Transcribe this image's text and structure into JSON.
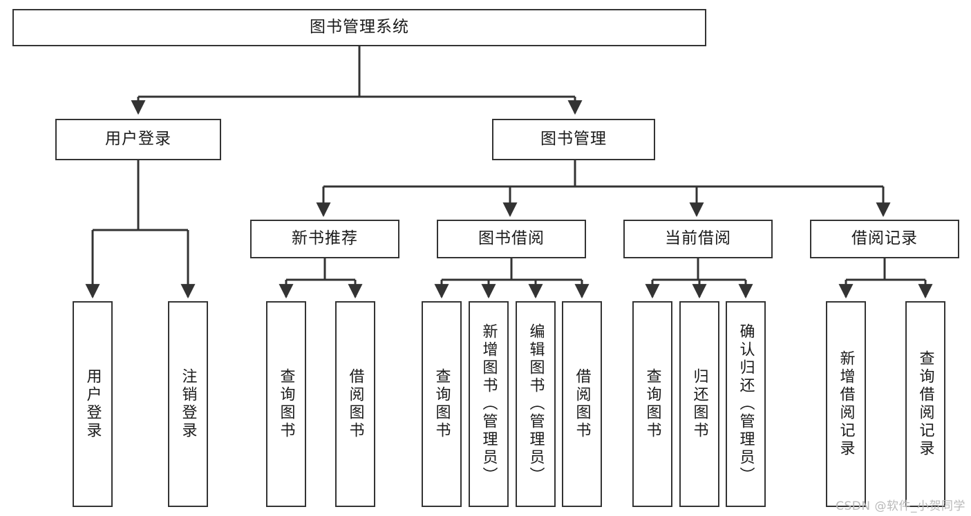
{
  "diagram": {
    "title": "图书管理系统",
    "type": "tree",
    "watermark": "CSDN @软件_小贺同学",
    "colors": {
      "box_border": "#333333",
      "box_fill": "#ffffff",
      "edge": "#333333",
      "text": "#1a1a1a",
      "watermark": "#b9b9b9"
    },
    "root": {
      "label": "图书管理系统"
    },
    "level2": [
      {
        "id": "user-login",
        "label": "用户登录"
      },
      {
        "id": "book-manage",
        "label": "图书管理"
      }
    ],
    "level3": [
      {
        "id": "new-book-recommend",
        "label": "新书推荐",
        "parent": "book-manage"
      },
      {
        "id": "book-borrow",
        "label": "图书借阅",
        "parent": "book-manage"
      },
      {
        "id": "current-borrow",
        "label": "当前借阅",
        "parent": "book-manage"
      },
      {
        "id": "borrow-record",
        "label": "借阅记录",
        "parent": "book-manage"
      }
    ],
    "leaves": [
      {
        "id": "leaf-user-login",
        "label": "用户登录",
        "parent": "user-login"
      },
      {
        "id": "leaf-user-logout",
        "label": "注销登录",
        "parent": "user-login"
      },
      {
        "id": "leaf-query-book-1",
        "label": "查询图书",
        "parent": "new-book-recommend"
      },
      {
        "id": "leaf-borrow-book-1",
        "label": "借阅图书",
        "parent": "new-book-recommend"
      },
      {
        "id": "leaf-query-book-2",
        "label": "查询图书",
        "parent": "book-borrow"
      },
      {
        "id": "leaf-add-book",
        "label": "新增图书（管理员）",
        "parent": "book-borrow"
      },
      {
        "id": "leaf-edit-book",
        "label": "编辑图书（管理员）",
        "parent": "book-borrow"
      },
      {
        "id": "leaf-borrow-book-2",
        "label": "借阅图书",
        "parent": "book-borrow"
      },
      {
        "id": "leaf-query-book-3",
        "label": "查询图书",
        "parent": "current-borrow"
      },
      {
        "id": "leaf-return-book",
        "label": "归还图书",
        "parent": "current-borrow"
      },
      {
        "id": "leaf-confirm-return",
        "label": "确认归还（管理员）",
        "parent": "current-borrow"
      },
      {
        "id": "leaf-add-record",
        "label": "新增借阅记录",
        "parent": "borrow-record"
      },
      {
        "id": "leaf-query-record",
        "label": "查询借阅记录",
        "parent": "borrow-record"
      }
    ]
  }
}
